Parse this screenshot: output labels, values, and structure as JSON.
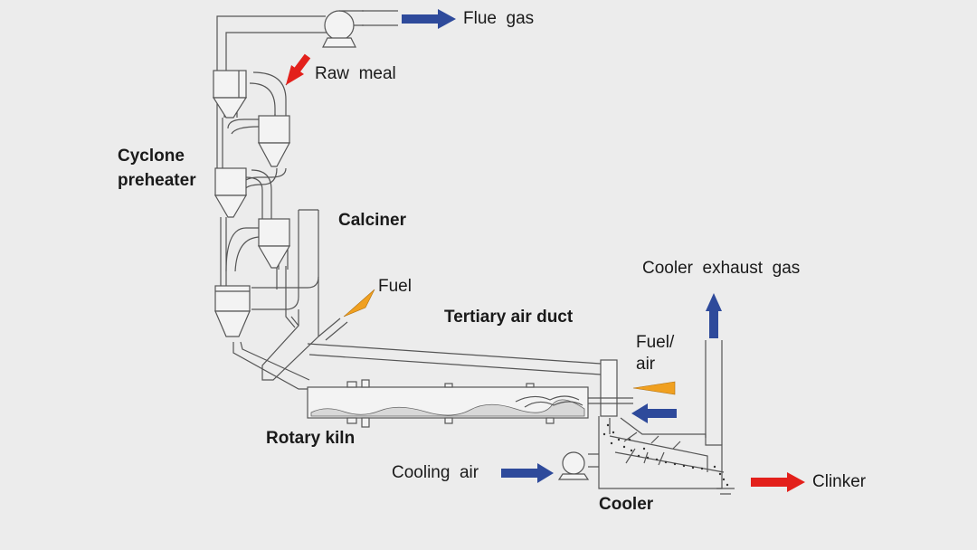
{
  "labels": {
    "flue_gas": "Flue  gas",
    "raw_meal": "Raw  meal",
    "cyclone_preheater_1": "Cyclone",
    "cyclone_preheater_2": "preheater",
    "calciner": "Calciner",
    "fuel": "Fuel",
    "tertiary_air_duct": "Tertiary air duct",
    "cooler_exhaust_gas": "Cooler  exhaust  gas",
    "fuel_air_1": "Fuel/",
    "fuel_air_2": "air",
    "rotary_kiln": "Rotary kiln",
    "cooling_air": "Cooling  air",
    "cooler": "Cooler",
    "clinker": "Clinker"
  },
  "colors": {
    "background": "#ececec",
    "gas_arrow": "#2e4a9b",
    "material_arrow": "#e3201b",
    "fuel_arrow": "#f0a020",
    "line": "#555555"
  },
  "icons": {
    "flue_gas_arrow": "arrow-right-blue",
    "raw_meal_arrow": "arrow-down-left-red",
    "fuel_arrow": "wedge-orange",
    "cooler_exhaust_arrow": "arrow-up-blue",
    "burner_fuel_arrow": "wedge-orange",
    "burner_air_arrow": "arrow-left-blue",
    "cooling_air_arrow": "arrow-right-blue",
    "clinker_arrow": "arrow-right-red"
  }
}
